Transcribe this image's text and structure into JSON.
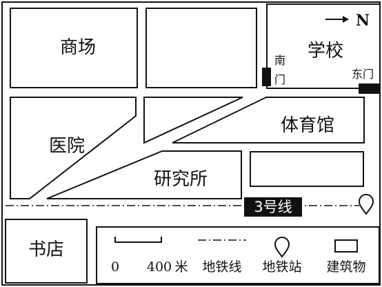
{
  "compass": {
    "label": "N"
  },
  "buildings": {
    "mall": "商场",
    "school": "学校",
    "south_gate": "南门",
    "east_gate": "东门",
    "gym": "体育馆",
    "hospital": "医院",
    "institute": "研究所",
    "bookstore": "书店"
  },
  "metro_line": {
    "label": "3号线"
  },
  "legend": {
    "scale_zero": "0",
    "scale_distance": "400",
    "scale_unit": "米",
    "metro_line": "地铁线",
    "metro_station": "地铁站",
    "building": "建筑物"
  },
  "colors": {
    "ink": "#111111",
    "paper": "#ffffff",
    "gate_fill": "#111111",
    "line_badge_fill": "#111111",
    "line_badge_text": "#ffffff"
  }
}
